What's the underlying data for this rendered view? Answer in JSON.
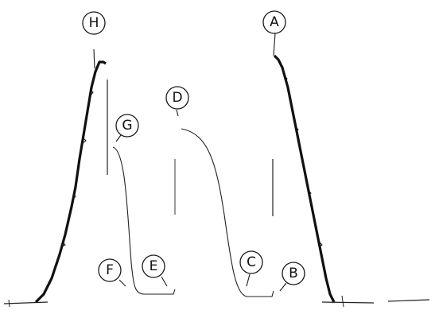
{
  "diagram": {
    "labels": [
      {
        "id": "H",
        "text": "H"
      },
      {
        "id": "A",
        "text": "A"
      },
      {
        "id": "D",
        "text": "D"
      },
      {
        "id": "G",
        "text": "G"
      },
      {
        "id": "F",
        "text": "F"
      },
      {
        "id": "E",
        "text": "E"
      },
      {
        "id": "C",
        "text": "C"
      },
      {
        "id": "B",
        "text": "B"
      }
    ]
  }
}
